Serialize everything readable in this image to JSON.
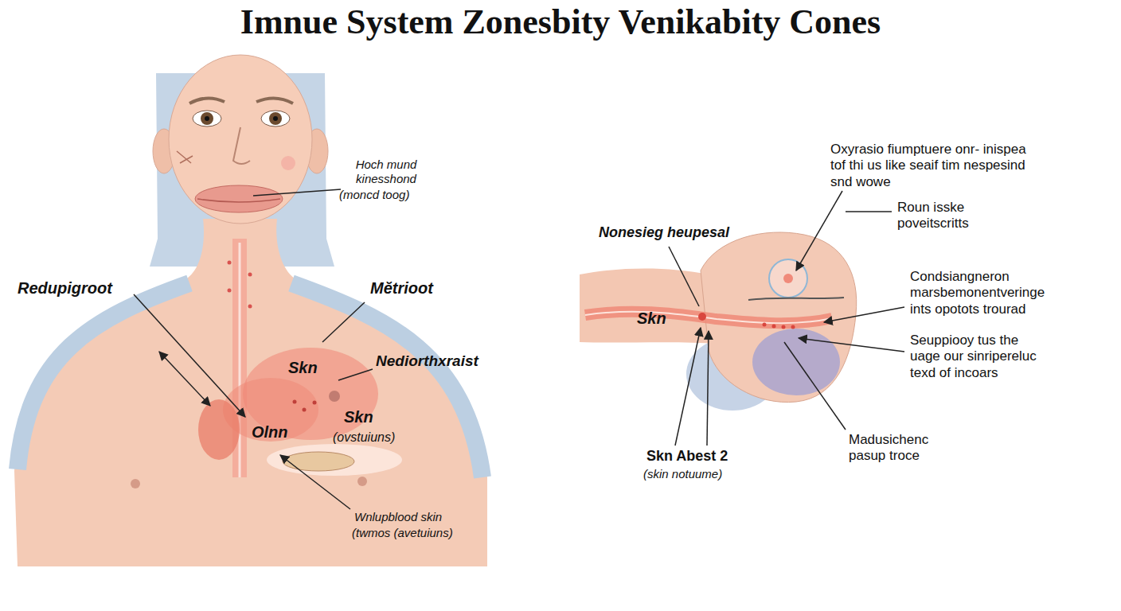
{
  "diagram": {
    "title": "Imnue System Zonesbity Venikabity Cones",
    "labels": [
      "Hoch mund kinesshond",
      "(moncd toog)",
      "Redupigroot",
      "Mĕtrioot",
      "Skn",
      "Nediorthxraist",
      "Skn",
      "(ovstuiuns)",
      "Olnn",
      "Wnlupblood skin",
      "(twmos (avetuiuns)",
      "Oxyrasio fiumptuere onr- inispea tof thi us like seaif tim nespesind snd wowe",
      "Roun isske poveitscritts",
      "Nonesieg heupesal",
      "Skn",
      "Condsiangneron marsbemonentveringe ints opotots trourad",
      "Seuppiooy tus the uage our sinripereluc texd of incoars",
      "Madusichenc pasup troce",
      "Skn Abest 2",
      "(skin notuume)"
    ]
  }
}
